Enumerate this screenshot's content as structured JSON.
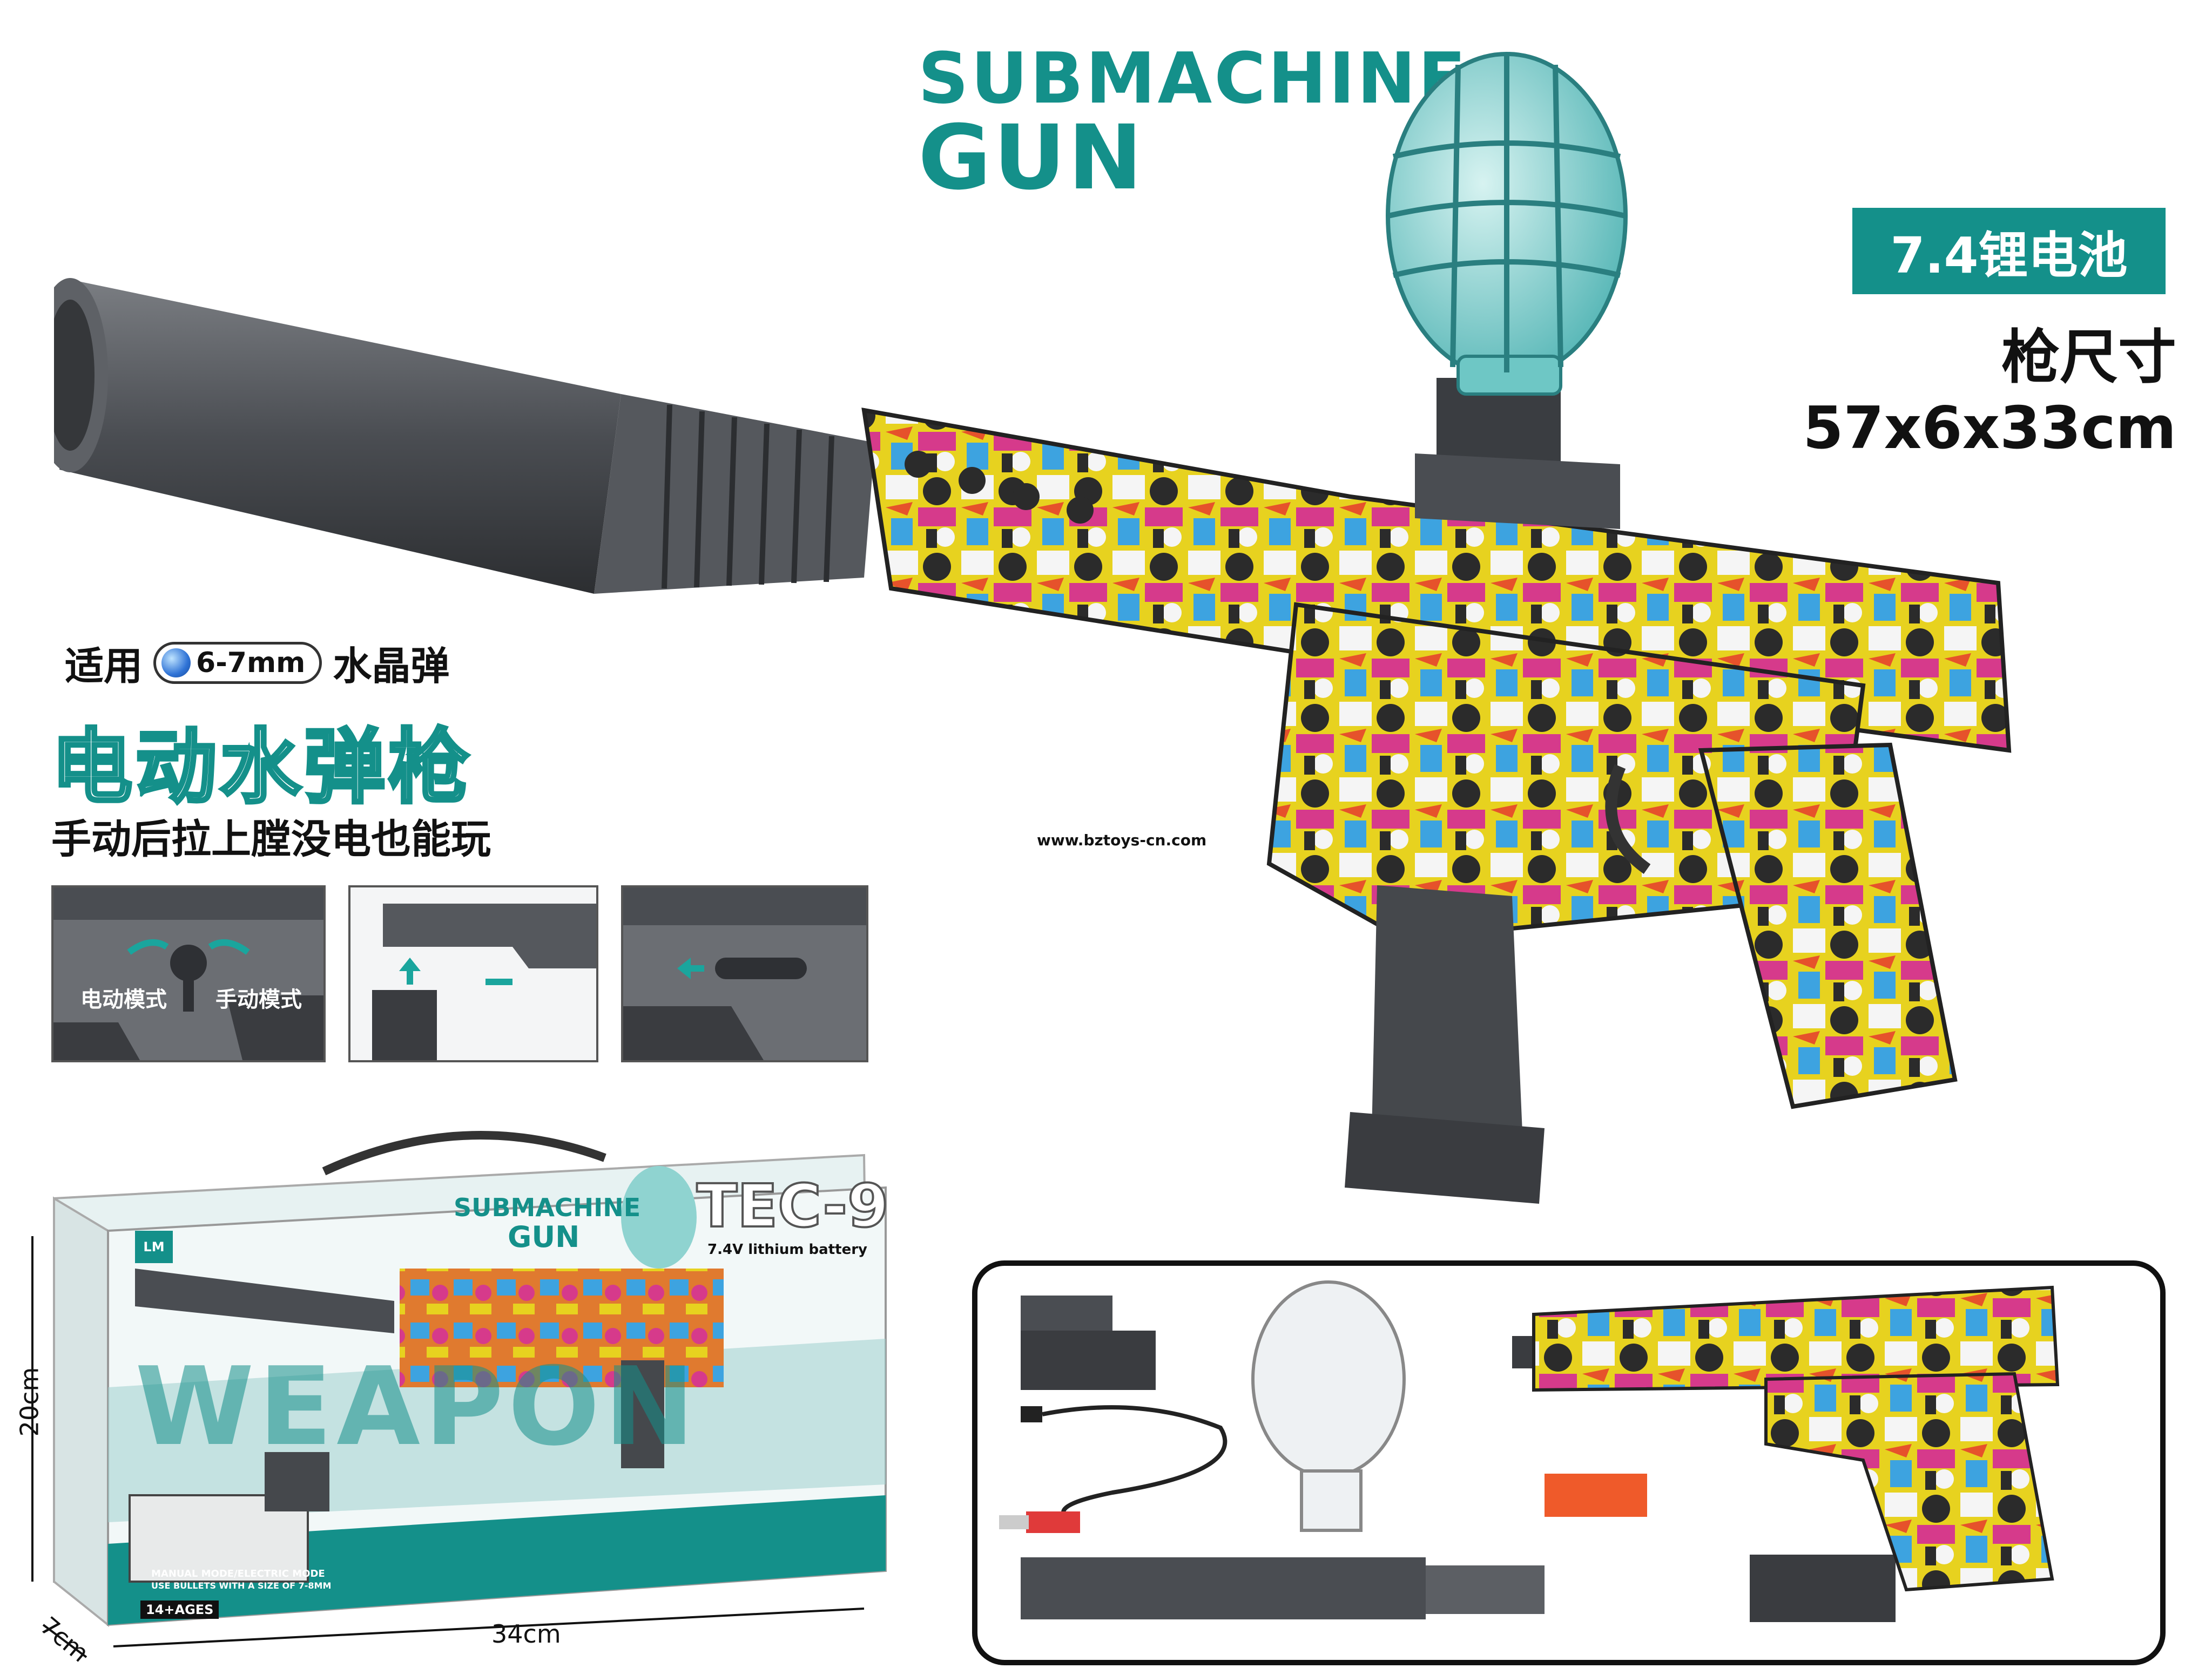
{
  "title": {
    "line1": "SUBMACHINE",
    "line2": "GUN"
  },
  "battery_badge": "7.4锂电池",
  "gun_size": "枪尺寸57x6x33cm",
  "bead_line": {
    "prefix": "适用",
    "bead_size": "6-7mm",
    "suffix": "水晶弹"
  },
  "product_name": "电动水弹枪",
  "manual_note": "手动后拉上膛没电也能玩",
  "website": "www.bztoys-cn.com",
  "mode_panels": {
    "electric_label": "电动模式",
    "manual_label": "手动模式"
  },
  "package": {
    "title1": "SUBMACHINE",
    "title2": "GUN",
    "model": "TEC-9",
    "battery": "7.4V lithium battery",
    "watermark": "WEAPON",
    "footer1": "MANUAL MODE/ELECTRIC MODE",
    "footer2": "USE BULLETS WITH A SIZE OF 7-8MM",
    "ages": "14+AGES",
    "height": "20cm",
    "depth": "7cm",
    "width": "34cm"
  },
  "colors": {
    "teal": "#14908a",
    "gun_gray": "#4a4d52",
    "graffiti_yellow": "#e7d21f"
  }
}
